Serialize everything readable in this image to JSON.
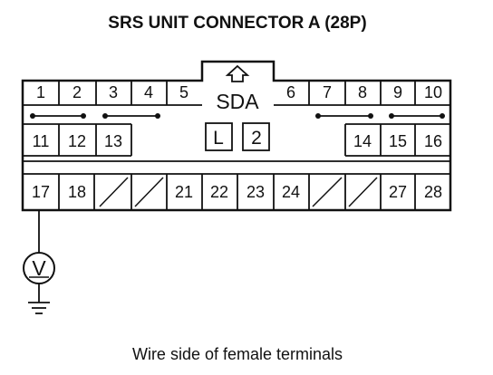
{
  "diagram": {
    "title": "SRS UNIT CONNECTOR A (28P)",
    "caption": "Wire side of female terminals",
    "center_label": "SDA",
    "center_boxes": [
      "L",
      "2"
    ],
    "meter_symbol": "V",
    "terminals": {
      "row1": [
        "1",
        "2",
        "3",
        "4",
        "5",
        "6",
        "7",
        "8",
        "9",
        "10"
      ],
      "row2": [
        "11",
        "12",
        "13",
        "14",
        "15",
        "16"
      ],
      "row3": [
        "17",
        "18",
        "21",
        "22",
        "23",
        "24",
        "27",
        "28"
      ]
    },
    "shorting_bars": [
      [
        "1",
        "2"
      ],
      [
        "3",
        "4"
      ],
      [
        "7",
        "8"
      ],
      [
        "9",
        "10"
      ]
    ],
    "unused_positions": [
      "19",
      "20",
      "25",
      "26"
    ],
    "probe_terminal": "17",
    "icons": [
      "up-arrow-icon",
      "voltmeter-icon",
      "ground-icon"
    ]
  }
}
